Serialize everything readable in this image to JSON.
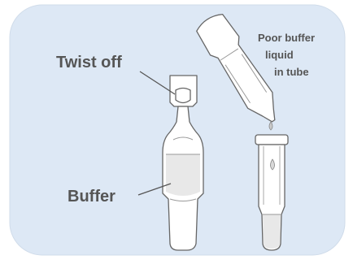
{
  "labels": {
    "twist_off": "Twist off",
    "buffer": "Buffer",
    "instruction_line1": "Poor buffer",
    "instruction_line2": "liquid",
    "instruction_line3": "in tube"
  },
  "colors": {
    "panel_background": "#dde8f5",
    "outline": "#666666",
    "body_fill": "#ffffff",
    "buffer_fill": "#e8e8e8",
    "label_text": "#555555"
  }
}
